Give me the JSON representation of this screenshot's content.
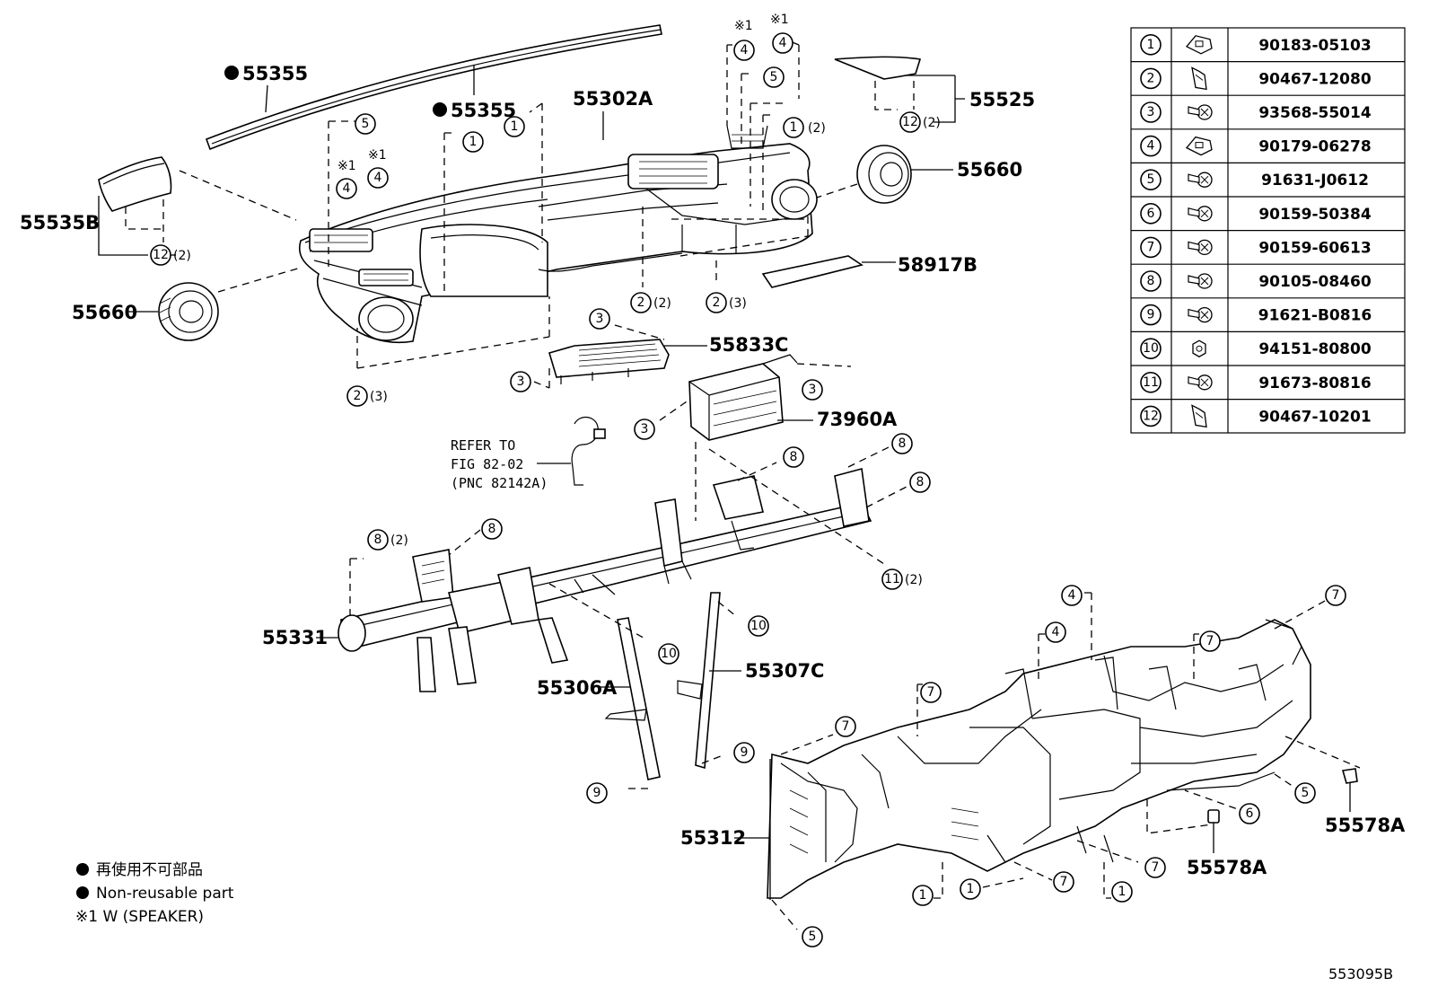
{
  "fasteners": [
    {
      "num": "1",
      "part": "90183-05103"
    },
    {
      "num": "2",
      "part": "90467-12080"
    },
    {
      "num": "3",
      "part": "93568-55014"
    },
    {
      "num": "4",
      "part": "90179-06278"
    },
    {
      "num": "5",
      "part": "91631-J0612"
    },
    {
      "num": "6",
      "part": "90159-50384"
    },
    {
      "num": "7",
      "part": "90159-60613"
    },
    {
      "num": "8",
      "part": "90105-08460"
    },
    {
      "num": "9",
      "part": "91621-B0816"
    },
    {
      "num": "10",
      "part": "94151-80800"
    },
    {
      "num": "11",
      "part": "91673-80816"
    },
    {
      "num": "12",
      "part": "90467-10201"
    }
  ],
  "parts": {
    "p55355_left": "55355",
    "p55355_center": "55355",
    "p55302A": "55302A",
    "p55525": "55525",
    "p55660_right": "55660",
    "p55535B": "55535B",
    "p55660_left": "55660",
    "p58917B": "58917B",
    "p55833C": "55833C",
    "p73960A": "73960A",
    "p55331": "55331",
    "p55306A": "55306A",
    "p55307C": "55307C",
    "p55312": "55312",
    "p55578A_center": "55578A",
    "p55578A_right": "55578A"
  },
  "note_mark": "※1",
  "qty": {
    "two": "(2)",
    "three": "(3)"
  },
  "refer": {
    "line1": "REFER TO",
    "line2": "FIG 82-02",
    "line3": "(PNC 82142A)"
  },
  "legend": {
    "jp": "再使用不可部品",
    "en": "Non-reusable part",
    "note": "※1 W (SPEAKER)"
  },
  "figure_id": "553095B"
}
